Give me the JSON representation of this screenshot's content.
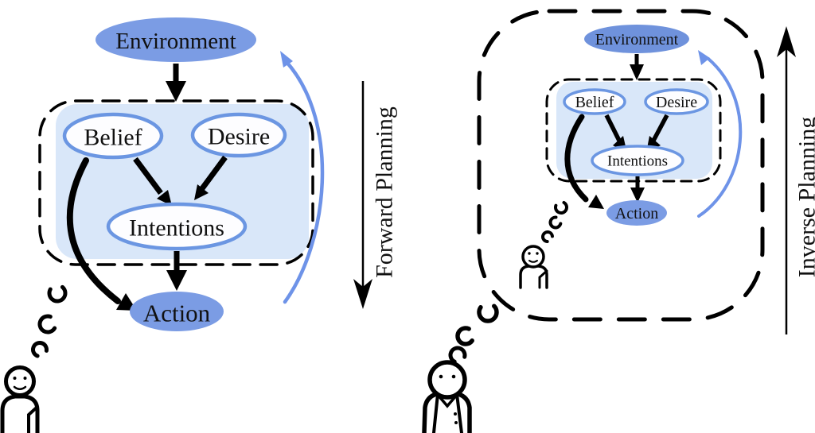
{
  "labels": {
    "environment": "Environment",
    "belief": "Belief",
    "desire": "Desire",
    "intentions": "Intentions",
    "action": "Action"
  },
  "left_panel": {
    "caption": "Forward Planning",
    "caption_arrow_direction": "down",
    "nodes": [
      "Environment",
      "Belief",
      "Desire",
      "Intentions",
      "Action"
    ],
    "edges": [
      "Environment to Belief/Desire box",
      "Belief to Intentions",
      "Desire to Intentions",
      "Intentions to Action",
      "Belief to Action (curved)",
      "Action to Environment (blue feedback loop)"
    ]
  },
  "right_panel": {
    "caption": "Inverse Planning",
    "caption_arrow_direction": "up",
    "nodes": [
      "Environment",
      "Belief",
      "Desire",
      "Intentions",
      "Action"
    ],
    "edges": [
      "Environment to Belief/Desire box",
      "Belief to Intentions",
      "Desire to Intentions",
      "Intentions to Action",
      "Belief to Action (curved)",
      "Action to Environment (blue feedback loop)"
    ]
  },
  "icons": {
    "person_left": "person-icon",
    "person_small_inner": "small-person-icon",
    "person_observer": "observer-person-icon",
    "thought_dots": "thought-bubble-dots"
  },
  "colors": {
    "node_fill": "#7b9ce4",
    "node_fill_dark": "#6f92dc",
    "node_stroke": "#6b96e2",
    "panel_fill": "#d9e7f9",
    "arrow_blue": "#6e93e8",
    "ink": "#000000"
  }
}
